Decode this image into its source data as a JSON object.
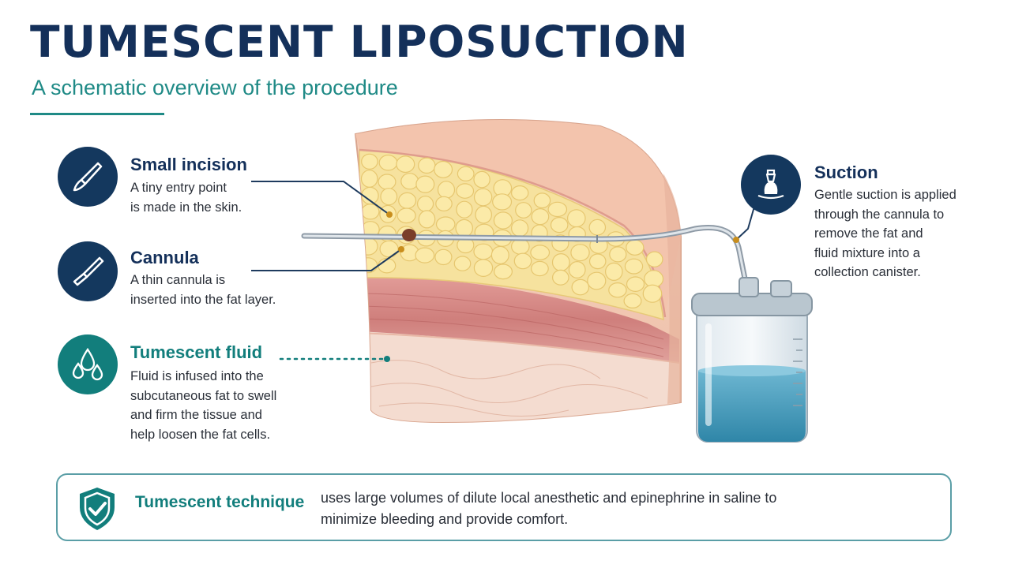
{
  "title": "TUMESCENT LIPOSUCTION",
  "subtitle": "A schematic overview of the procedure",
  "callouts": {
    "incision": {
      "icon": "scalpel-icon",
      "heading": "Small incision",
      "body": [
        "A tiny entry point",
        "is made in the skin."
      ]
    },
    "cannula": {
      "icon": "cannula-icon",
      "heading": "Cannula",
      "body": [
        "A thin cannula is",
        "inserted into the fat layer."
      ]
    },
    "fluid": {
      "icon": "droplets-icon",
      "heading": "Tumescent fluid",
      "body": [
        "Fluid is infused into the",
        "subcutaneous fat to swell",
        "and firm the tissue and",
        "help loosen the fat cells."
      ]
    },
    "suction": {
      "icon": "suction-pump-icon",
      "heading": "Suction",
      "body": [
        "Gentle suction is applied",
        "through the cannula to",
        "remove the fat and",
        "fluid mixture into a",
        "collection canister."
      ]
    }
  },
  "footer": {
    "icon": "shield-check-icon",
    "heading": "Tumescent technique",
    "body": [
      "uses large volumes of dilute local anesthetic and epinephrine in saline to",
      "minimize bleeding and provide comfort."
    ]
  },
  "colors": {
    "navy": "#14305a",
    "teal": "#127e7c",
    "skin": "#f3c9b4",
    "fat": "#f7e39c",
    "muscle": "#d98b87",
    "fluid": "#3b97b8"
  }
}
